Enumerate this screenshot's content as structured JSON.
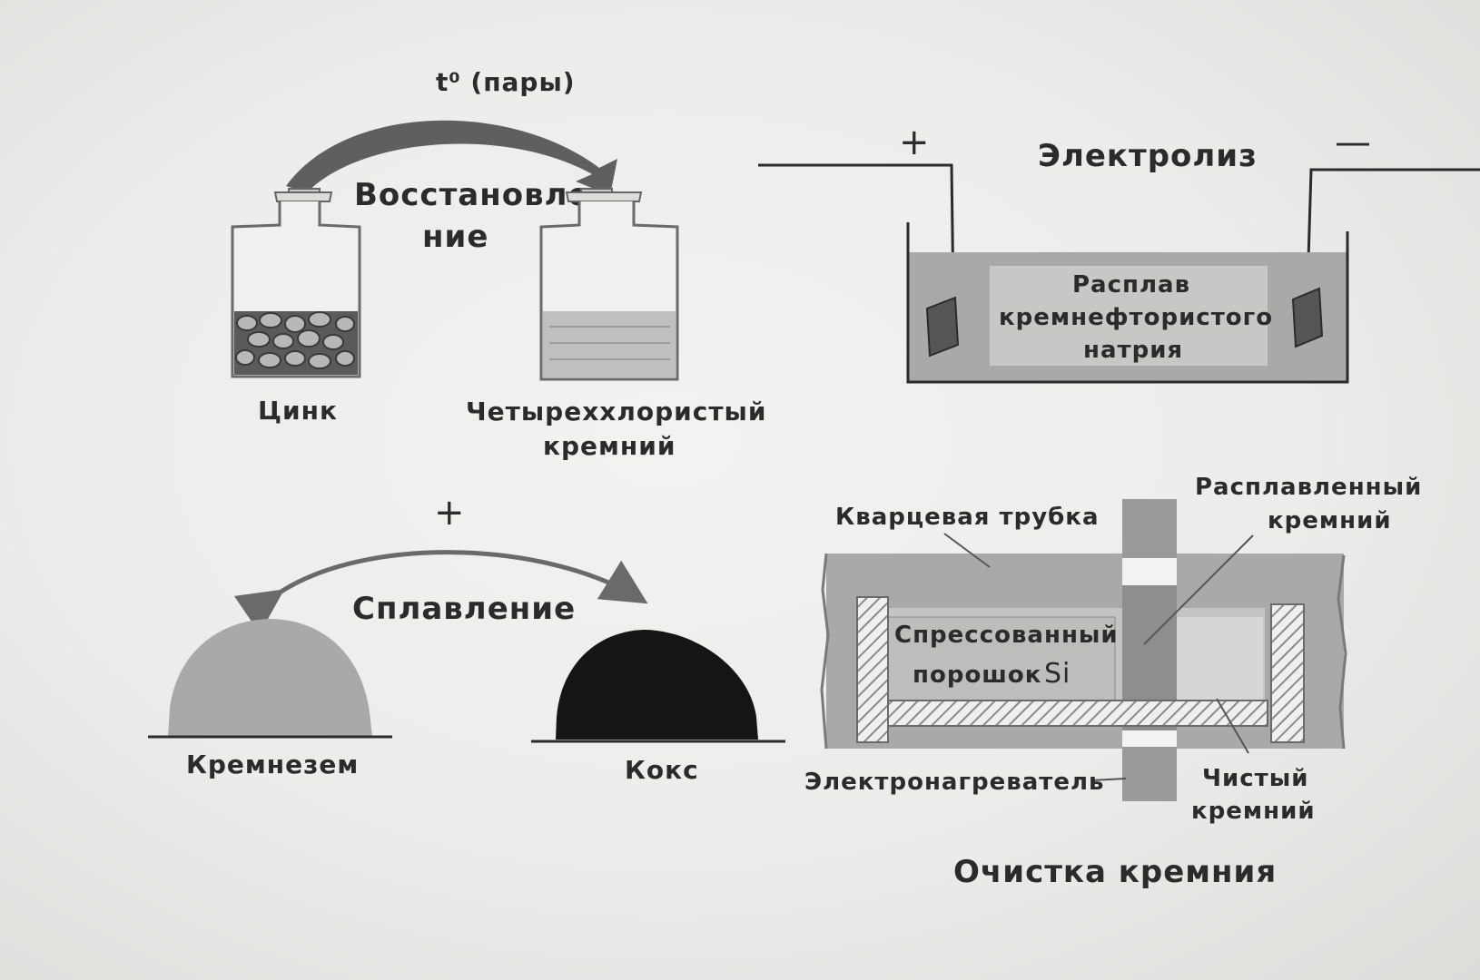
{
  "reduction": {
    "condition": "t⁰ (пары)",
    "title_line1": "Восстановле-",
    "title_line2": "ние",
    "label_zinc": "Цинк",
    "label_sicl4_line1": "Четыреххлористый",
    "label_sicl4_line2": "кремний"
  },
  "fusion": {
    "plus": "+",
    "title": "Сплавление",
    "label_silica": "Кремнезем",
    "label_coke": "Кокс"
  },
  "electrolysis": {
    "plus": "+",
    "minus": "—",
    "title": "Электролиз",
    "melt_line1": "Расплав",
    "melt_line2": "кремнефтористого",
    "melt_line3": "натрия"
  },
  "purification": {
    "quartz_tube": "Кварцевая трубка",
    "molten_line1": "Расплавленный",
    "molten_line2": "кремний",
    "pressed_line1": "Спрессованный",
    "pressed_line2": "порошок",
    "pressed_symbol": "Si",
    "heater": "Электронагреватель",
    "pure_line1": "Чистый",
    "pure_line2": "кремний",
    "title": "Очистка кремния"
  },
  "colors": {
    "gray_fill": "#a9a9a7",
    "dark_gray": "#8c8c8a",
    "black": "#151515",
    "line": "#2b2b2b"
  }
}
